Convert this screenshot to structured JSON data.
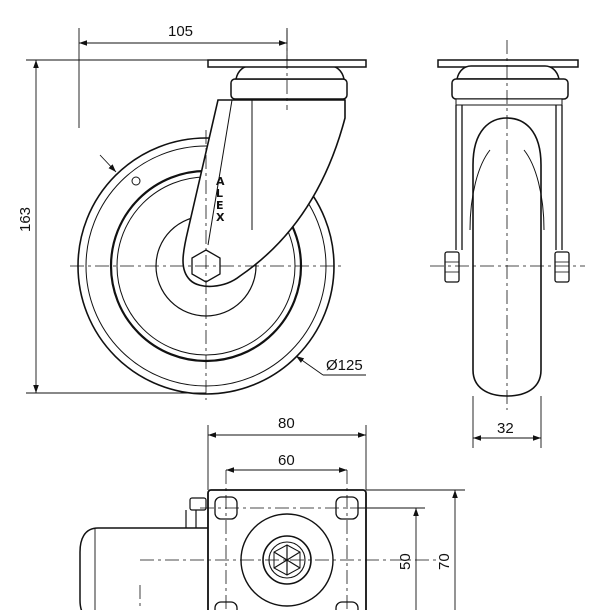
{
  "drawing": {
    "brand": [
      "A",
      "L",
      "E",
      "X"
    ],
    "dimensions": {
      "mount_width": "105",
      "overall_height": "163",
      "wheel_diameter": "Ø125",
      "wheel_width": "32",
      "plate_width": "80",
      "hole_spacing_x": "60",
      "hole_spacing_y": "50",
      "plate_length": "70"
    },
    "colors": {
      "line": "#111111",
      "background": "#ffffff"
    }
  }
}
